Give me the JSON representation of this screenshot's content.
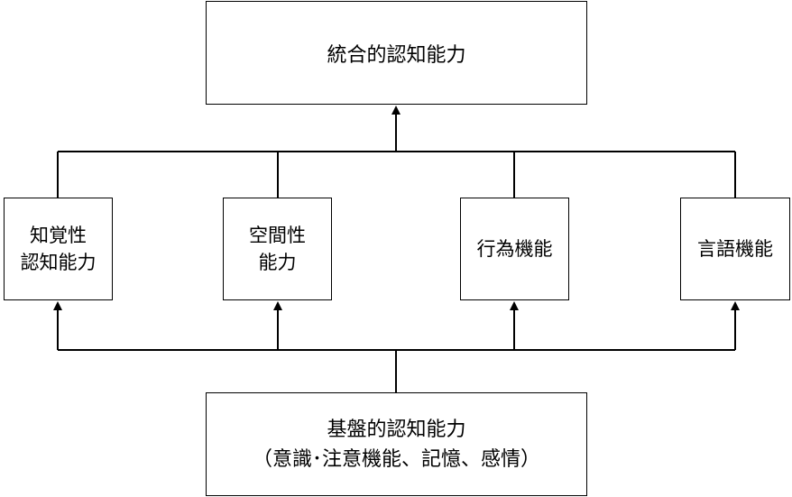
{
  "diagram": {
    "top": {
      "label": "統合的認知能力"
    },
    "middle": [
      {
        "lines": [
          "知覚性",
          "認知能力"
        ]
      },
      {
        "lines": [
          "空間性",
          "能力"
        ]
      },
      {
        "lines": [
          "行為機能"
        ]
      },
      {
        "lines": [
          "言語機能"
        ]
      }
    ],
    "bottom": {
      "line1": "基盤的認知能力",
      "line2": "（意識･注意機能、記憶、感情）"
    }
  }
}
